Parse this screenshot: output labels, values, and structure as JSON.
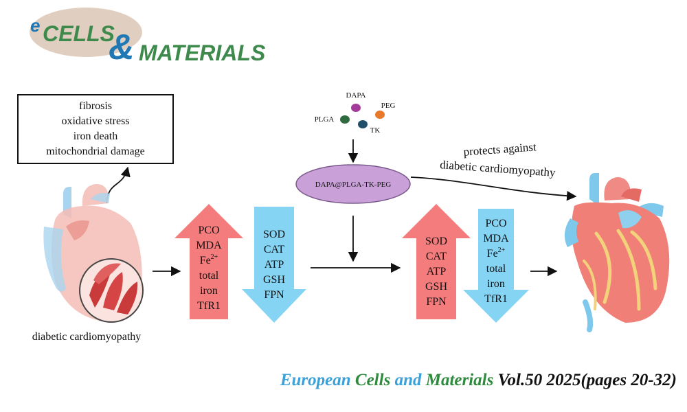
{
  "logo": {
    "e_letter": "e",
    "cells": "CELLS",
    "amp": "&",
    "materials": "MATERIALS",
    "colors": {
      "oval": "#e0cfc0",
      "green": "#3e8a4c",
      "blue": "#1f78b4"
    }
  },
  "findings_box": {
    "lines": [
      "fibrosis",
      "oxidative stress",
      "iron death",
      "mitochondrial damage"
    ]
  },
  "left_heart_label": "diabetic cardiomyopathy",
  "arrow_up_left": {
    "items": [
      "PCO",
      "MDA",
      "Fe2+",
      "total",
      "iron",
      "TfR1"
    ],
    "color": "#f47c7c"
  },
  "arrow_down_left": {
    "items": [
      "SOD",
      "CAT",
      "ATP",
      "GSH",
      "FPN"
    ],
    "color": "#86d4f3"
  },
  "arrow_up_right": {
    "items": [
      "SOD",
      "CAT",
      "ATP",
      "GSH",
      "FPN"
    ],
    "color": "#f47c7c"
  },
  "arrow_down_right": {
    "items": [
      "PCO",
      "MDA",
      "Fe2+",
      "total",
      "iron",
      "TfR1"
    ],
    "color": "#86d4f3"
  },
  "components": {
    "dapa": {
      "label": "DAPA",
      "color": "#a23b9a"
    },
    "peg": {
      "label": "PEG",
      "color": "#e8782a"
    },
    "plga": {
      "label": "PLGA",
      "color": "#2e6b3e"
    },
    "tk": {
      "label": "TK",
      "color": "#1f4f6b"
    }
  },
  "nanoparticle": {
    "label": "DAPA@PLGA-TK-PEG",
    "color": "#c9a0d8"
  },
  "protect_text": [
    "protects against",
    "diabetic cardiomyopathy"
  ],
  "footer": {
    "word1": "European",
    "word2": "Cells",
    "word3": "and",
    "word4": "Materials",
    "rest": "Vol.50 2025(pages 20-32)",
    "colors": {
      "blue": "#3aa0d8",
      "green": "#2e8b3e",
      "dark": "#111111"
    }
  }
}
